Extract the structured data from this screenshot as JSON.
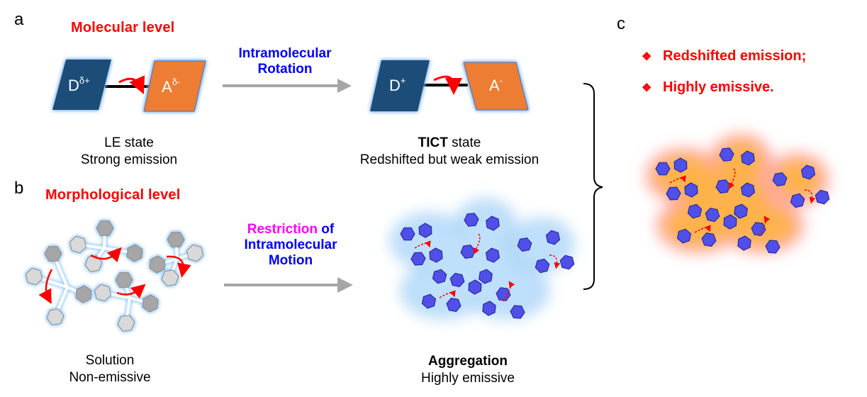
{
  "panels": {
    "a": {
      "label": "a",
      "heading": "Molecular level",
      "arrow_label_lines": [
        "Intramolecular",
        "Rotation"
      ],
      "left_state": {
        "donor": {
          "base": "D",
          "sup": "δ+"
        },
        "acceptor": {
          "base": "A",
          "sup": "δ-"
        },
        "caption_lines": [
          "LE state",
          "Strong emission"
        ]
      },
      "right_state": {
        "donor": {
          "base": "D",
          "sup": "+"
        },
        "acceptor": {
          "base": "A",
          "sup": "-"
        },
        "caption_bold": "TICT",
        "caption_rest": " state",
        "caption_line2": "Redshifted but weak emission"
      }
    },
    "b": {
      "label": "b",
      "heading": "Morphological level",
      "arrow_label": {
        "word1": "Restriction",
        "word2": " of",
        "line2": "Intramolecular",
        "line3": "Motion"
      },
      "left_state": {
        "caption_lines": [
          "Solution",
          "Non-emissive"
        ]
      },
      "right_state": {
        "caption_bold": "Aggregation",
        "caption_line2": "Highly emissive"
      }
    },
    "c": {
      "label": "c",
      "bullet_icon": "❖",
      "bullets": [
        "Redshifted emission;",
        "Highly emissive."
      ]
    }
  },
  "colors": {
    "donor": "#1f4e79",
    "acceptor": "#ed7d31",
    "heading_red": "#ff0000",
    "arrow_text_blue": "#0000ff",
    "arrow_text_magenta": "#ff00ff",
    "process_arrow": "#a6a6a6",
    "glow_blue": "#9dc3e6",
    "glow_red": "#ff9999",
    "glow_orange": "#ffb347",
    "ring_blue": "#5050e8",
    "ring_grey": "#b0b0b0"
  }
}
